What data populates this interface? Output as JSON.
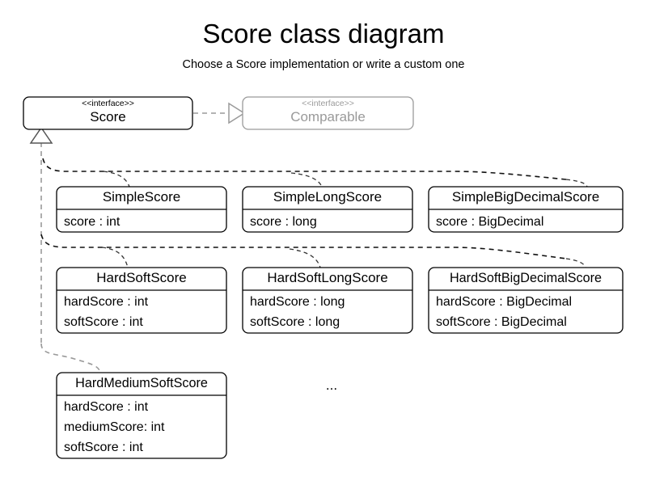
{
  "header": {
    "title": "Score class diagram",
    "subtitle": "Choose a Score implementation or write a custom one"
  },
  "stereotype_label": "<<interface>>",
  "interfaces": [
    {
      "name": "Score",
      "stereotype": "<<interface>>",
      "muted": false
    },
    {
      "name": "Comparable",
      "stereotype": "<<interface>>",
      "muted": true
    }
  ],
  "classes": [
    {
      "name": "SimpleScore",
      "attributes": [
        "score : int"
      ]
    },
    {
      "name": "SimpleLongScore",
      "attributes": [
        "score : long"
      ]
    },
    {
      "name": "SimpleBigDecimalScore",
      "attributes": [
        "score : BigDecimal"
      ]
    },
    {
      "name": "HardSoftScore",
      "attributes": [
        "hardScore : int",
        "softScore : int"
      ]
    },
    {
      "name": "HardSoftLongScore",
      "attributes": [
        "hardScore : long",
        "softScore : long"
      ]
    },
    {
      "name": "HardSoftBigDecimalScore",
      "attributes": [
        "hardScore : BigDecimal",
        "softScore : BigDecimal"
      ]
    },
    {
      "name": "HardMediumSoftScore",
      "attributes": [
        "hardScore : int",
        "mediumScore: int",
        "softScore : int"
      ]
    }
  ],
  "ellipsis": "...",
  "colors": {
    "line": "#000000",
    "muted": "#9a9a9a",
    "background": "#ffffff"
  }
}
